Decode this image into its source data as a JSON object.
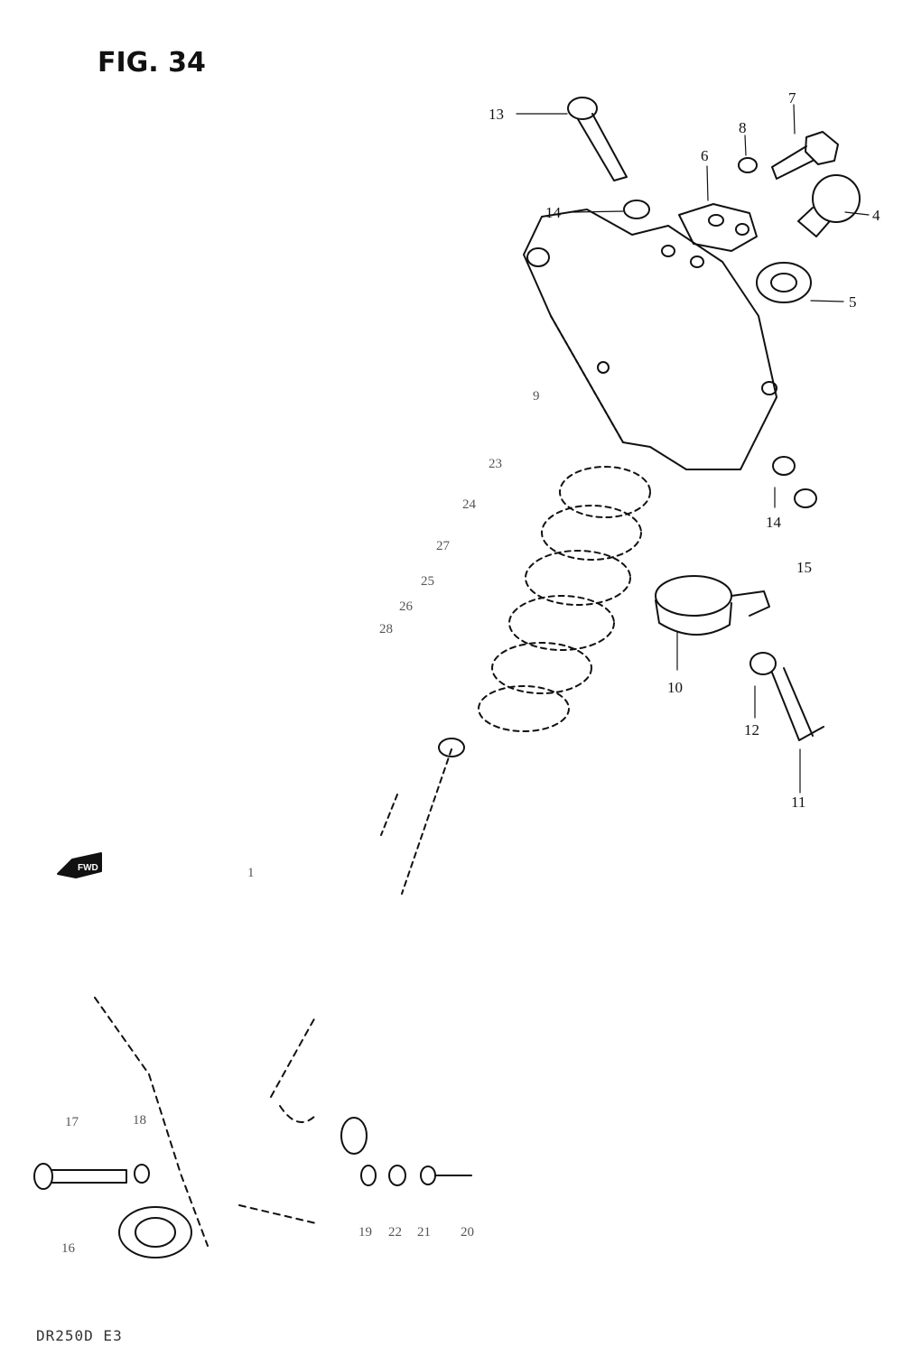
{
  "figure": {
    "title": "FIG. 34",
    "model_code": "DR250D E3",
    "fwd_label": "FWD"
  },
  "callouts": [
    {
      "id": "c13",
      "label": "13"
    },
    {
      "id": "c7",
      "label": "7"
    },
    {
      "id": "c8",
      "label": "8"
    },
    {
      "id": "c6",
      "label": "6"
    },
    {
      "id": "c14a",
      "label": "14"
    },
    {
      "id": "c4",
      "label": "4"
    },
    {
      "id": "c5",
      "label": "5"
    },
    {
      "id": "c9",
      "label": "9"
    },
    {
      "id": "c23",
      "label": "23"
    },
    {
      "id": "c24",
      "label": "24"
    },
    {
      "id": "c27",
      "label": "27"
    },
    {
      "id": "c25",
      "label": "25"
    },
    {
      "id": "c26",
      "label": "26"
    },
    {
      "id": "c28",
      "label": "28"
    },
    {
      "id": "c14b",
      "label": "14"
    },
    {
      "id": "c15",
      "label": "15"
    },
    {
      "id": "c10",
      "label": "10"
    },
    {
      "id": "c12",
      "label": "12"
    },
    {
      "id": "c11",
      "label": "11"
    },
    {
      "id": "c1",
      "label": "1"
    },
    {
      "id": "c17",
      "label": "17"
    },
    {
      "id": "c18",
      "label": "18"
    },
    {
      "id": "c16",
      "label": "16"
    },
    {
      "id": "c19",
      "label": "19"
    },
    {
      "id": "c22",
      "label": "22"
    },
    {
      "id": "c21",
      "label": "21"
    },
    {
      "id": "c20",
      "label": "20"
    }
  ]
}
